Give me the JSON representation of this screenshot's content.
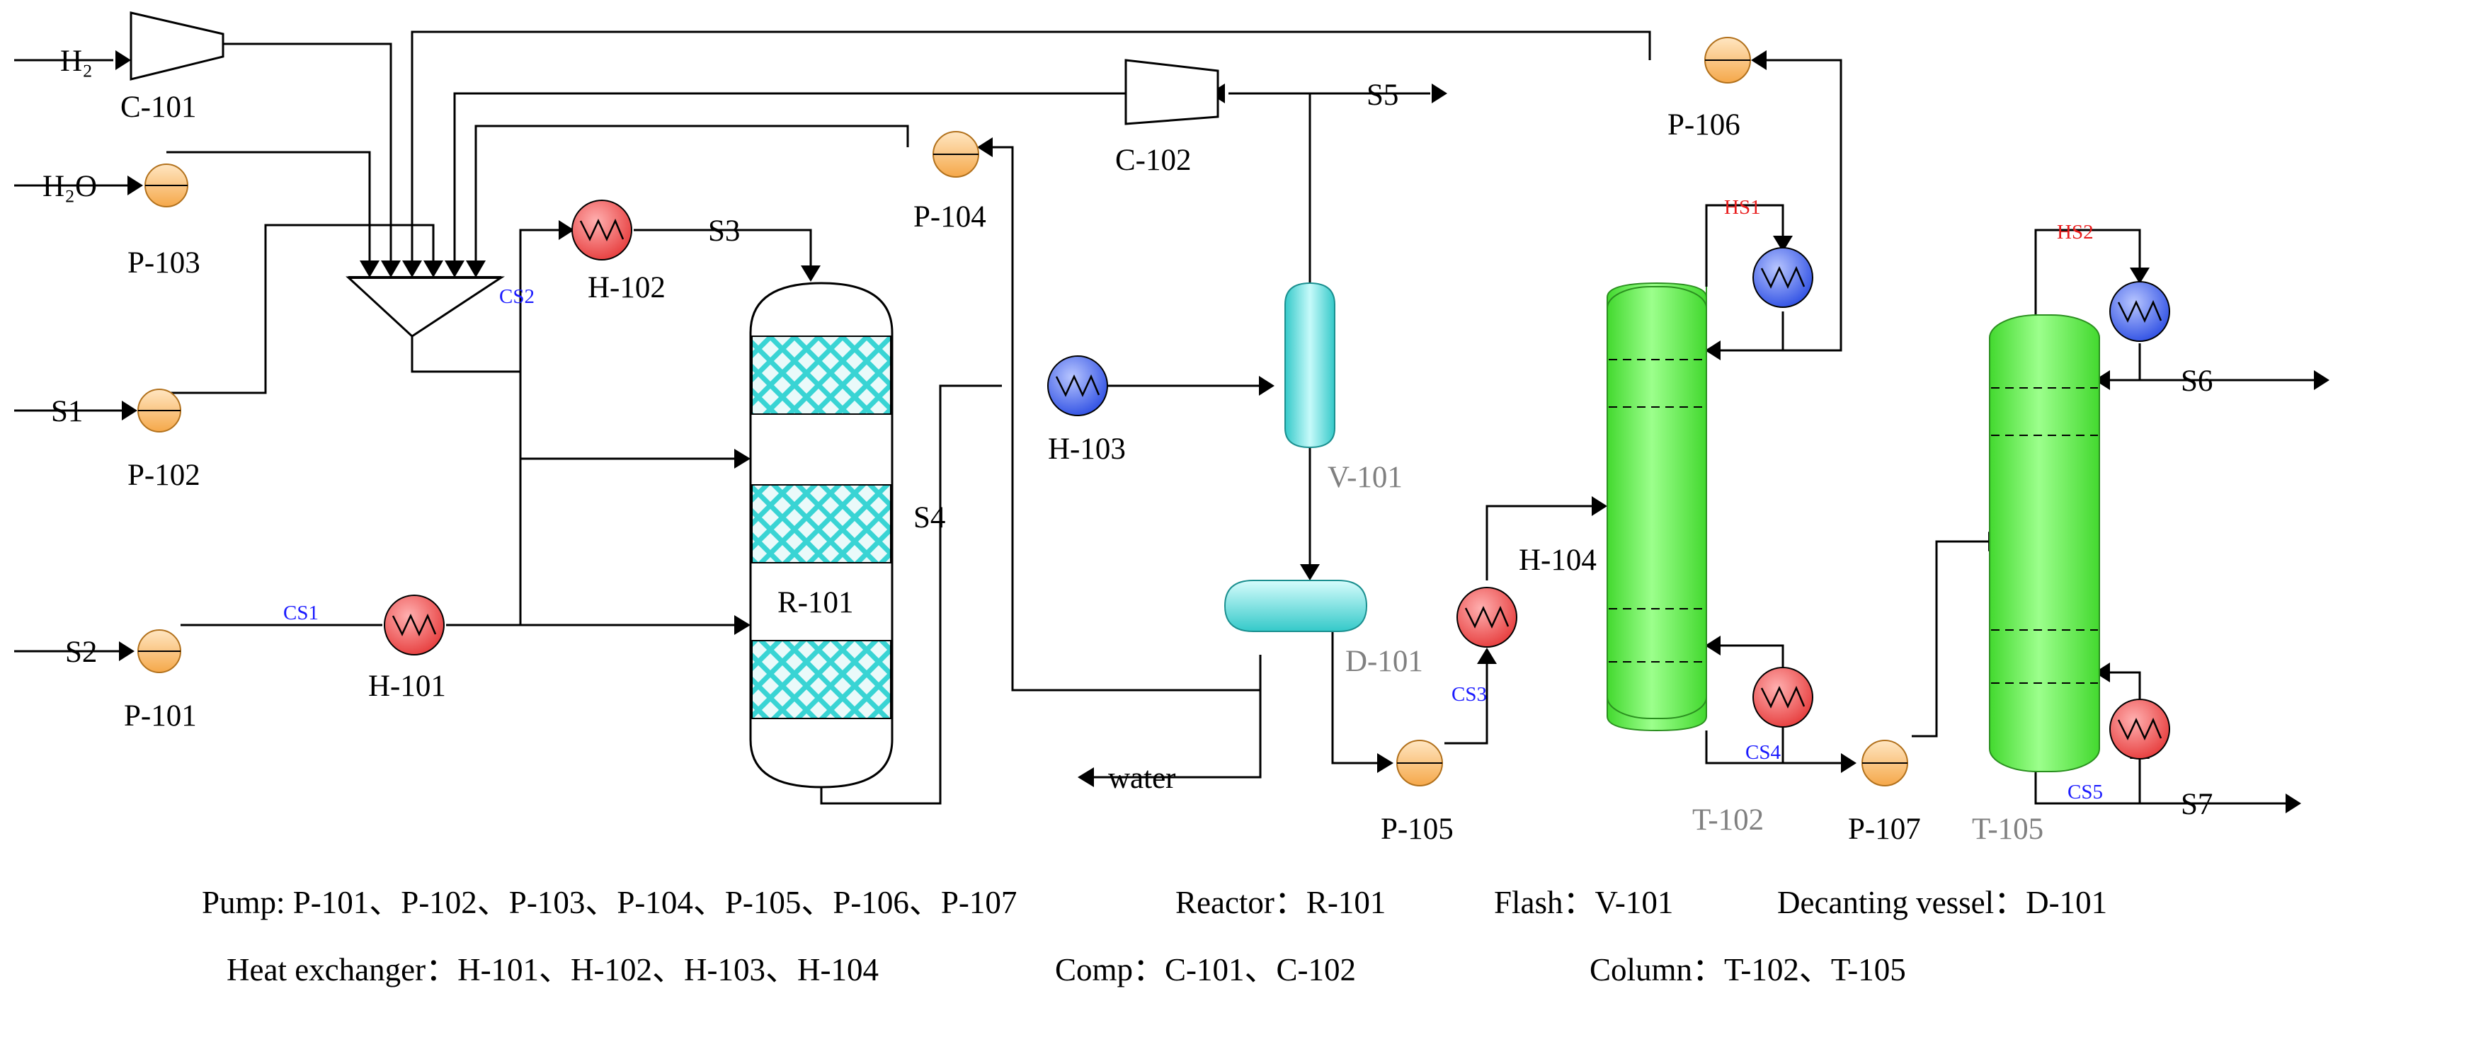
{
  "colors": {
    "pump": "#f5a84a",
    "heater": "#e63b3b",
    "cooler": "#2d4ee3",
    "column": "#5de84a",
    "flash": "#5fd8d8",
    "packing": "#39d4d4",
    "control_label": "#1a1aff",
    "heat_stream_label": "#e81b1b",
    "muted_label": "#808080"
  },
  "streams": {
    "h2": "H₂",
    "h2o": "H₂O",
    "s1": "S1",
    "s2": "S2",
    "s3": "S3",
    "s4": "S4",
    "s5": "S5",
    "s6": "S6",
    "s7": "S7",
    "water": "water"
  },
  "equipment": {
    "c101": "C-101",
    "c102": "C-102",
    "p101": "P-101",
    "p102": "P-102",
    "p103": "P-103",
    "p104": "P-104",
    "p105": "P-105",
    "p106": "P-106",
    "p107": "P-107",
    "h101": "H-101",
    "h102": "H-102",
    "h103": "H-103",
    "h104": "H-104",
    "r101": "R-101",
    "v101": "V-101",
    "d101": "D-101",
    "t102": "T-102",
    "t105": "T-105"
  },
  "control_streams": {
    "cs1": "CS1",
    "cs2": "CS2",
    "cs3": "CS3",
    "cs4": "CS4",
    "cs5": "CS5"
  },
  "heat_streams": {
    "hs1": "HS1",
    "hs2": "HS2"
  },
  "legend": {
    "line1": {
      "pump": "Pump: P-101、P-102、P-103、P-104、P-105、P-106、P-107",
      "reactor": "Reactor：R-101",
      "flash": "Flash：V-101",
      "decanting": "Decanting vessel：D-101"
    },
    "line2": {
      "heat_exchanger": "Heat exchanger：H-101、H-102、H-103、H-104",
      "comp": "Comp：C-101、C-102",
      "column": "Column：T-102、T-105"
    }
  }
}
